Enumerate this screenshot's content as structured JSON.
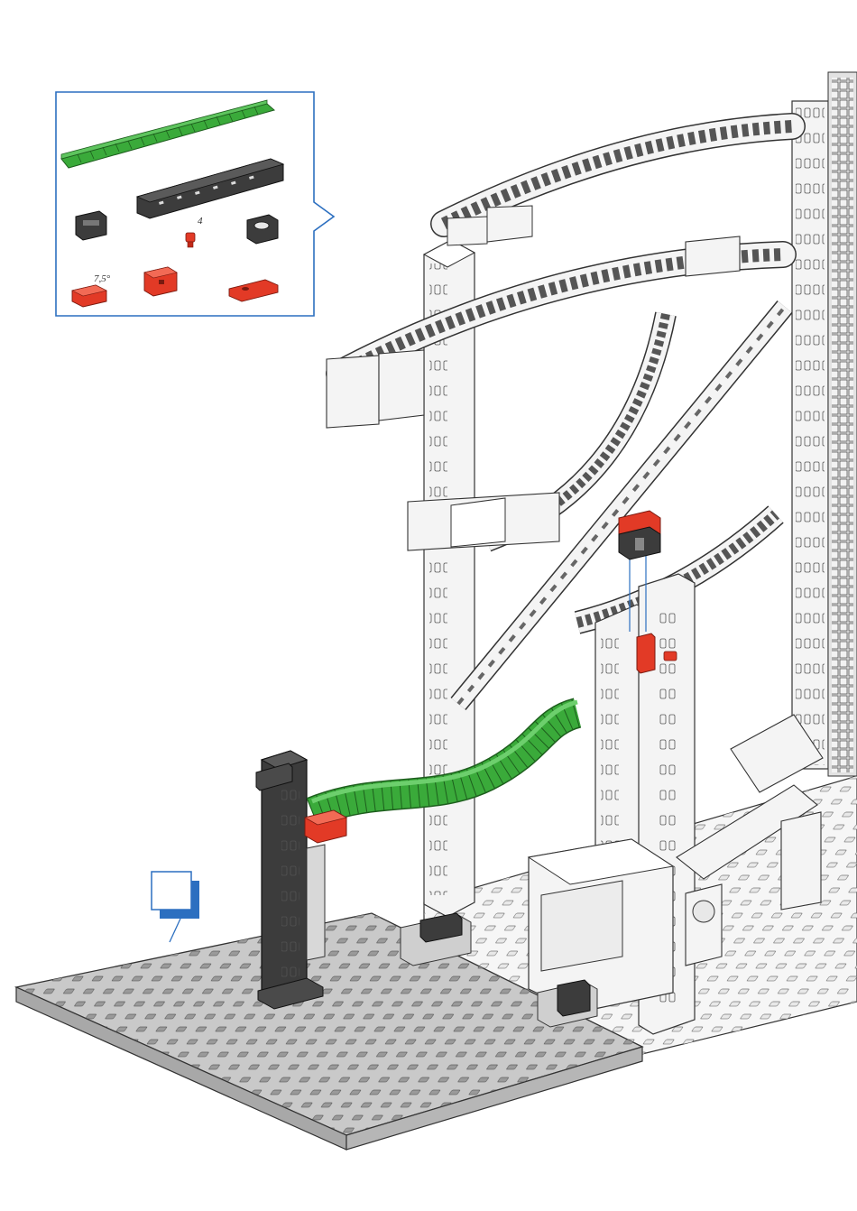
{
  "parts_box": {
    "qty_connector": "4",
    "angle_label": "7,5°"
  },
  "colors": {
    "callout_border": "#2c6fc0",
    "green_part": "#3aaa3a",
    "gray_part": "#4a4a4a",
    "red_part": "#e23a26",
    "frame": "#f4f4f4",
    "base_plate": "#c8c8c8"
  },
  "step_badge": {
    "value": ""
  },
  "icons": [
    "callout-box",
    "track-segment-icon",
    "black-building-block-icon",
    "red-building-block-icon",
    "baseplate-icon"
  ]
}
